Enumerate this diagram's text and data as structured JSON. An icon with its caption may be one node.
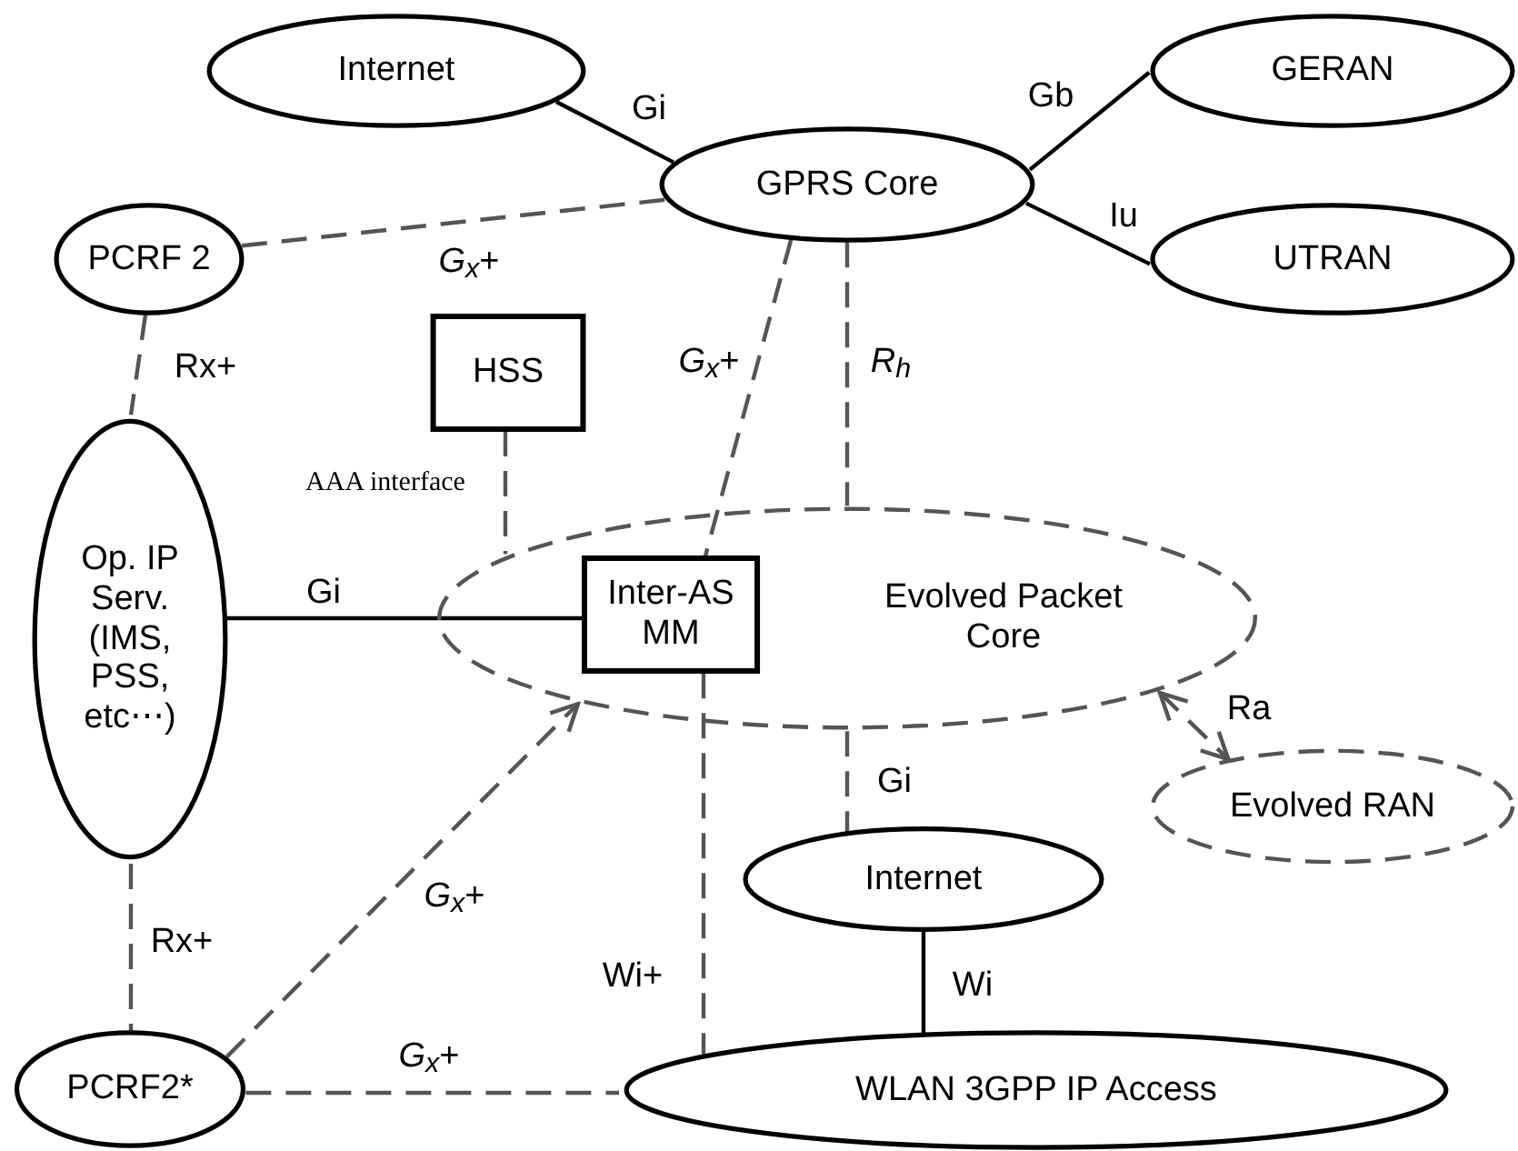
{
  "diagram": {
    "nodes": [
      {
        "text": [
          "Internet"
        ]
      },
      {
        "text": [
          "GPRS Core"
        ]
      },
      {
        "text": [
          "GERAN"
        ]
      },
      {
        "text": [
          "UTRAN"
        ]
      },
      {
        "text": [
          "PCRF 2"
        ]
      },
      {
        "text": [
          "HSS"
        ]
      },
      {
        "text": [
          "Op. IP Serv. (IMS, PSS, etc⋯)"
        ]
      },
      {
        "text": [
          "Evolved Packet Core"
        ]
      },
      {
        "text": [
          "Inter-AS MM"
        ],
        "in": 7
      },
      {
        "text": [
          "Evolved RAN"
        ]
      },
      {
        "text": [
          "Internet"
        ]
      },
      {
        "text": [
          "PCRF2*"
        ]
      },
      {
        "text": [
          "WLAN 3GPP IP Access"
        ]
      }
    ],
    "edges": [
      {
        "from": 0,
        "to": 1,
        "arrow": "none",
        "label": "Gi"
      },
      {
        "from": 1,
        "to": 2,
        "arrow": "none",
        "label": "Gb"
      },
      {
        "from": 1,
        "to": 3,
        "arrow": "none",
        "label": "Iu"
      },
      {
        "from": 1,
        "to": 4,
        "arrow": "none",
        "label": "*G*$_{x}$+",
        "style": "dashed"
      },
      {
        "from": 1,
        "to": 8,
        "arrow": "none",
        "label": "*G*$_{x}$+",
        "style": "dashed"
      },
      {
        "from": 1,
        "to": 7,
        "arrow": "none",
        "label": "*R*$_{h}$",
        "style": "dashed"
      },
      {
        "from": 4,
        "to": 6,
        "arrow": "none",
        "label": "Rx+",
        "style": "dashed"
      },
      {
        "from": 5,
        "to": 7,
        "arrow": "none",
        "label": "AAA interface",
        "style": "dashed"
      },
      {
        "from": 6,
        "to": 8,
        "arrow": "none",
        "label": "Gi"
      },
      {
        "from": 7,
        "to": 9,
        "arrow": "both",
        "label": "Ra",
        "style": "dashed"
      },
      {
        "from": 7,
        "to": 10,
        "arrow": "none",
        "label": "Gi",
        "style": "dashed"
      },
      {
        "from": 10,
        "to": 12,
        "arrow": "none",
        "label": "Wi"
      },
      {
        "from": 8,
        "to": 12,
        "arrow": "none",
        "label": "Wi+",
        "style": "dashed"
      },
      {
        "from": 6,
        "to": 11,
        "arrow": "none",
        "label": "Rx+",
        "style": "dashed"
      },
      {
        "from": 11,
        "to": 7,
        "arrow": "to",
        "label": "*G*$_{x}$+",
        "style": "dashed"
      },
      {
        "from": 11,
        "to": 12,
        "arrow": "none",
        "label": "*G*$_{x}$+",
        "style": "dashed"
      }
    ]
  }
}
